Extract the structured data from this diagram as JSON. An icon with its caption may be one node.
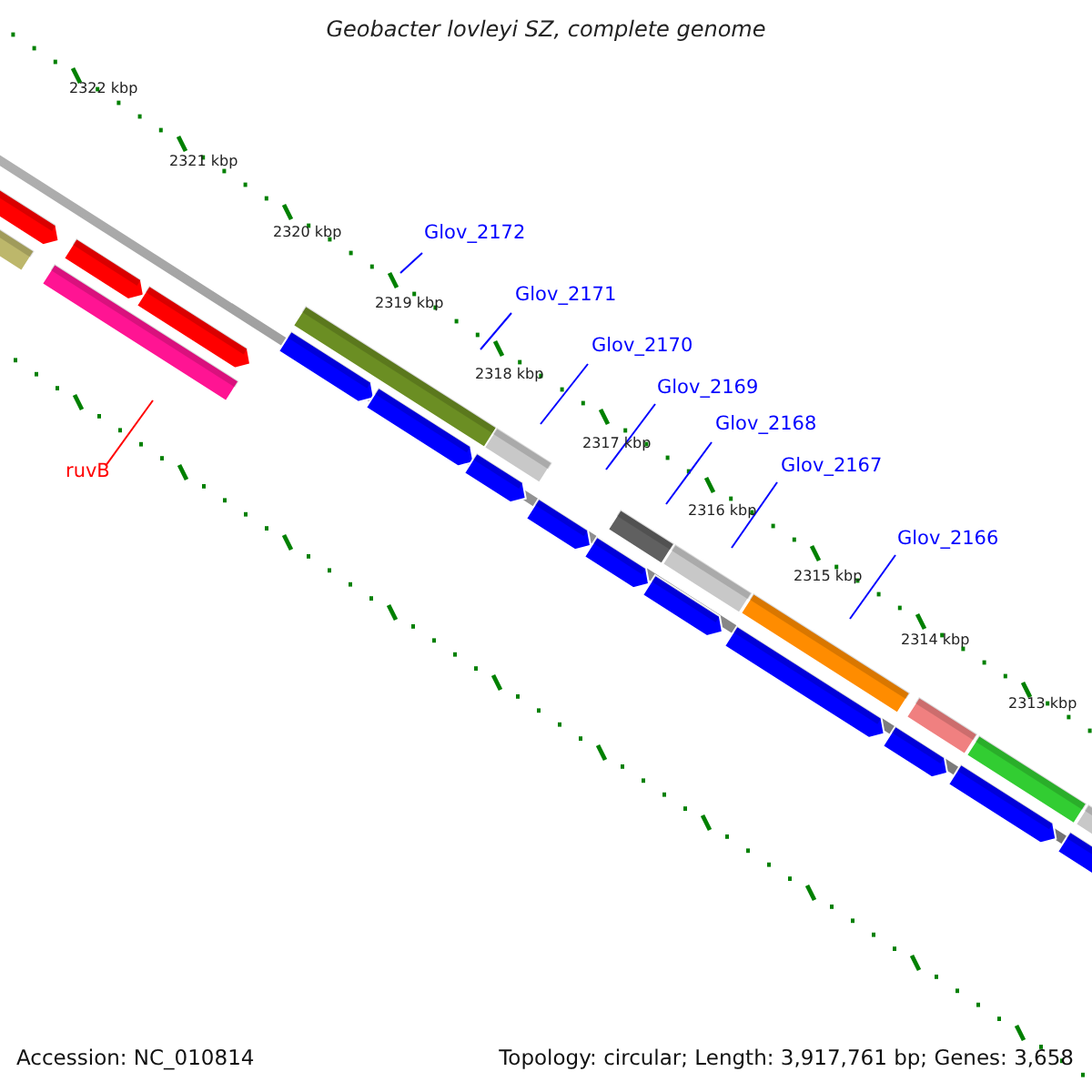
{
  "diagram": {
    "title": "Geobacter lovleyi SZ, complete genome",
    "nodes": [
      {
        "text": [
          "Glov_2172"
        ]
      },
      {
        "text": [
          "Glov_2171"
        ]
      },
      {
        "text": [
          "Glov_2170"
        ]
      },
      {
        "text": [
          "Glov_2169"
        ]
      },
      {
        "text": [
          "Glov_2168"
        ]
      },
      {
        "text": [
          "Glov_2167"
        ]
      },
      {
        "text": [
          "ruvB"
        ]
      },
      {
        "text": [
          "Glov_2166"
        ]
      }
    ],
    "edges": [
      {
        "from": 0,
        "to": null,
        "arrow": "none"
      },
      {
        "from": 1,
        "to": null,
        "arrow": "none"
      },
      {
        "from": 2,
        "to": null,
        "arrow": "none"
      },
      {
        "from": 3,
        "to": null,
        "arrow": "none"
      },
      {
        "from": 4,
        "to": null,
        "arrow": "none"
      },
      {
        "from": 5,
        "to": null,
        "arrow": "none"
      },
      {
        "from": 6,
        "to": null,
        "arrow": "none",
        "color": "#ff0000"
      },
      {
        "from": 7,
        "to": null,
        "arrow": "none"
      }
    ],
    "labels": [
      "2322 kbp",
      "2321 kbp",
      "2320 kbp",
      "2319 kbp",
      "2318 kbp",
      "2317 kbp",
      "2316 kbp",
      "2315 kbp",
      "2314 kbp",
      "2313 kbp",
      "Accession: NC_010814",
      "Topology: circular; Length: 3,917,761 bp; Genes: 3,658"
    ]
  }
}
